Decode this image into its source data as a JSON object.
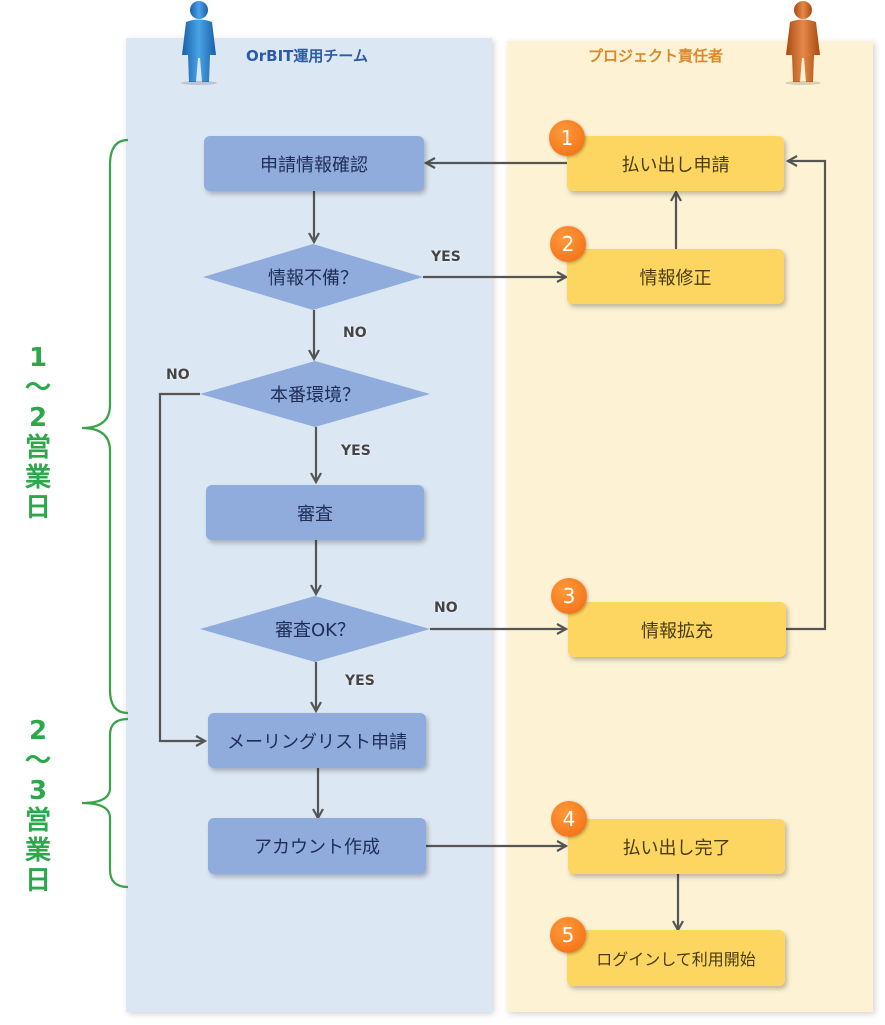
{
  "lanes": {
    "left_title": "OrBIT運用チーム",
    "right_title": "プロジェクト責任者"
  },
  "nodes": {
    "confirm": "申請情報確認",
    "incomplete": "情報不備？",
    "production": "本番環境？",
    "review": "審査",
    "review_ok": "審査OK？",
    "mailing": "メーリングリスト申請",
    "account": "アカウント作成",
    "apply": "払い出し申請",
    "fix": "情報修正",
    "expand": "情報拡充",
    "done": "払い出し完了",
    "login": "ログインして利用開始"
  },
  "edges": {
    "yes1": "YES",
    "no1": "NO",
    "no2": "NO",
    "yes2": "YES",
    "no3": "NO",
    "yes3": "YES"
  },
  "badges": [
    "1",
    "2",
    "3",
    "4",
    "5"
  ],
  "periods": {
    "first": [
      "1",
      "〜",
      "2",
      "営",
      "業",
      "日"
    ],
    "second": [
      "2",
      "〜",
      "3",
      "営",
      "業",
      "日"
    ]
  },
  "colors": {
    "blue_box": "#8facdc",
    "yellow_box": "#fdd662",
    "left_lane": "#dce7f4",
    "right_lane": "#fdf2d3",
    "badge": "#f07a1e",
    "period_text": "#2aa84a",
    "arrow": "#555555"
  },
  "icons": [
    "person-blue-icon",
    "person-orange-icon"
  ]
}
